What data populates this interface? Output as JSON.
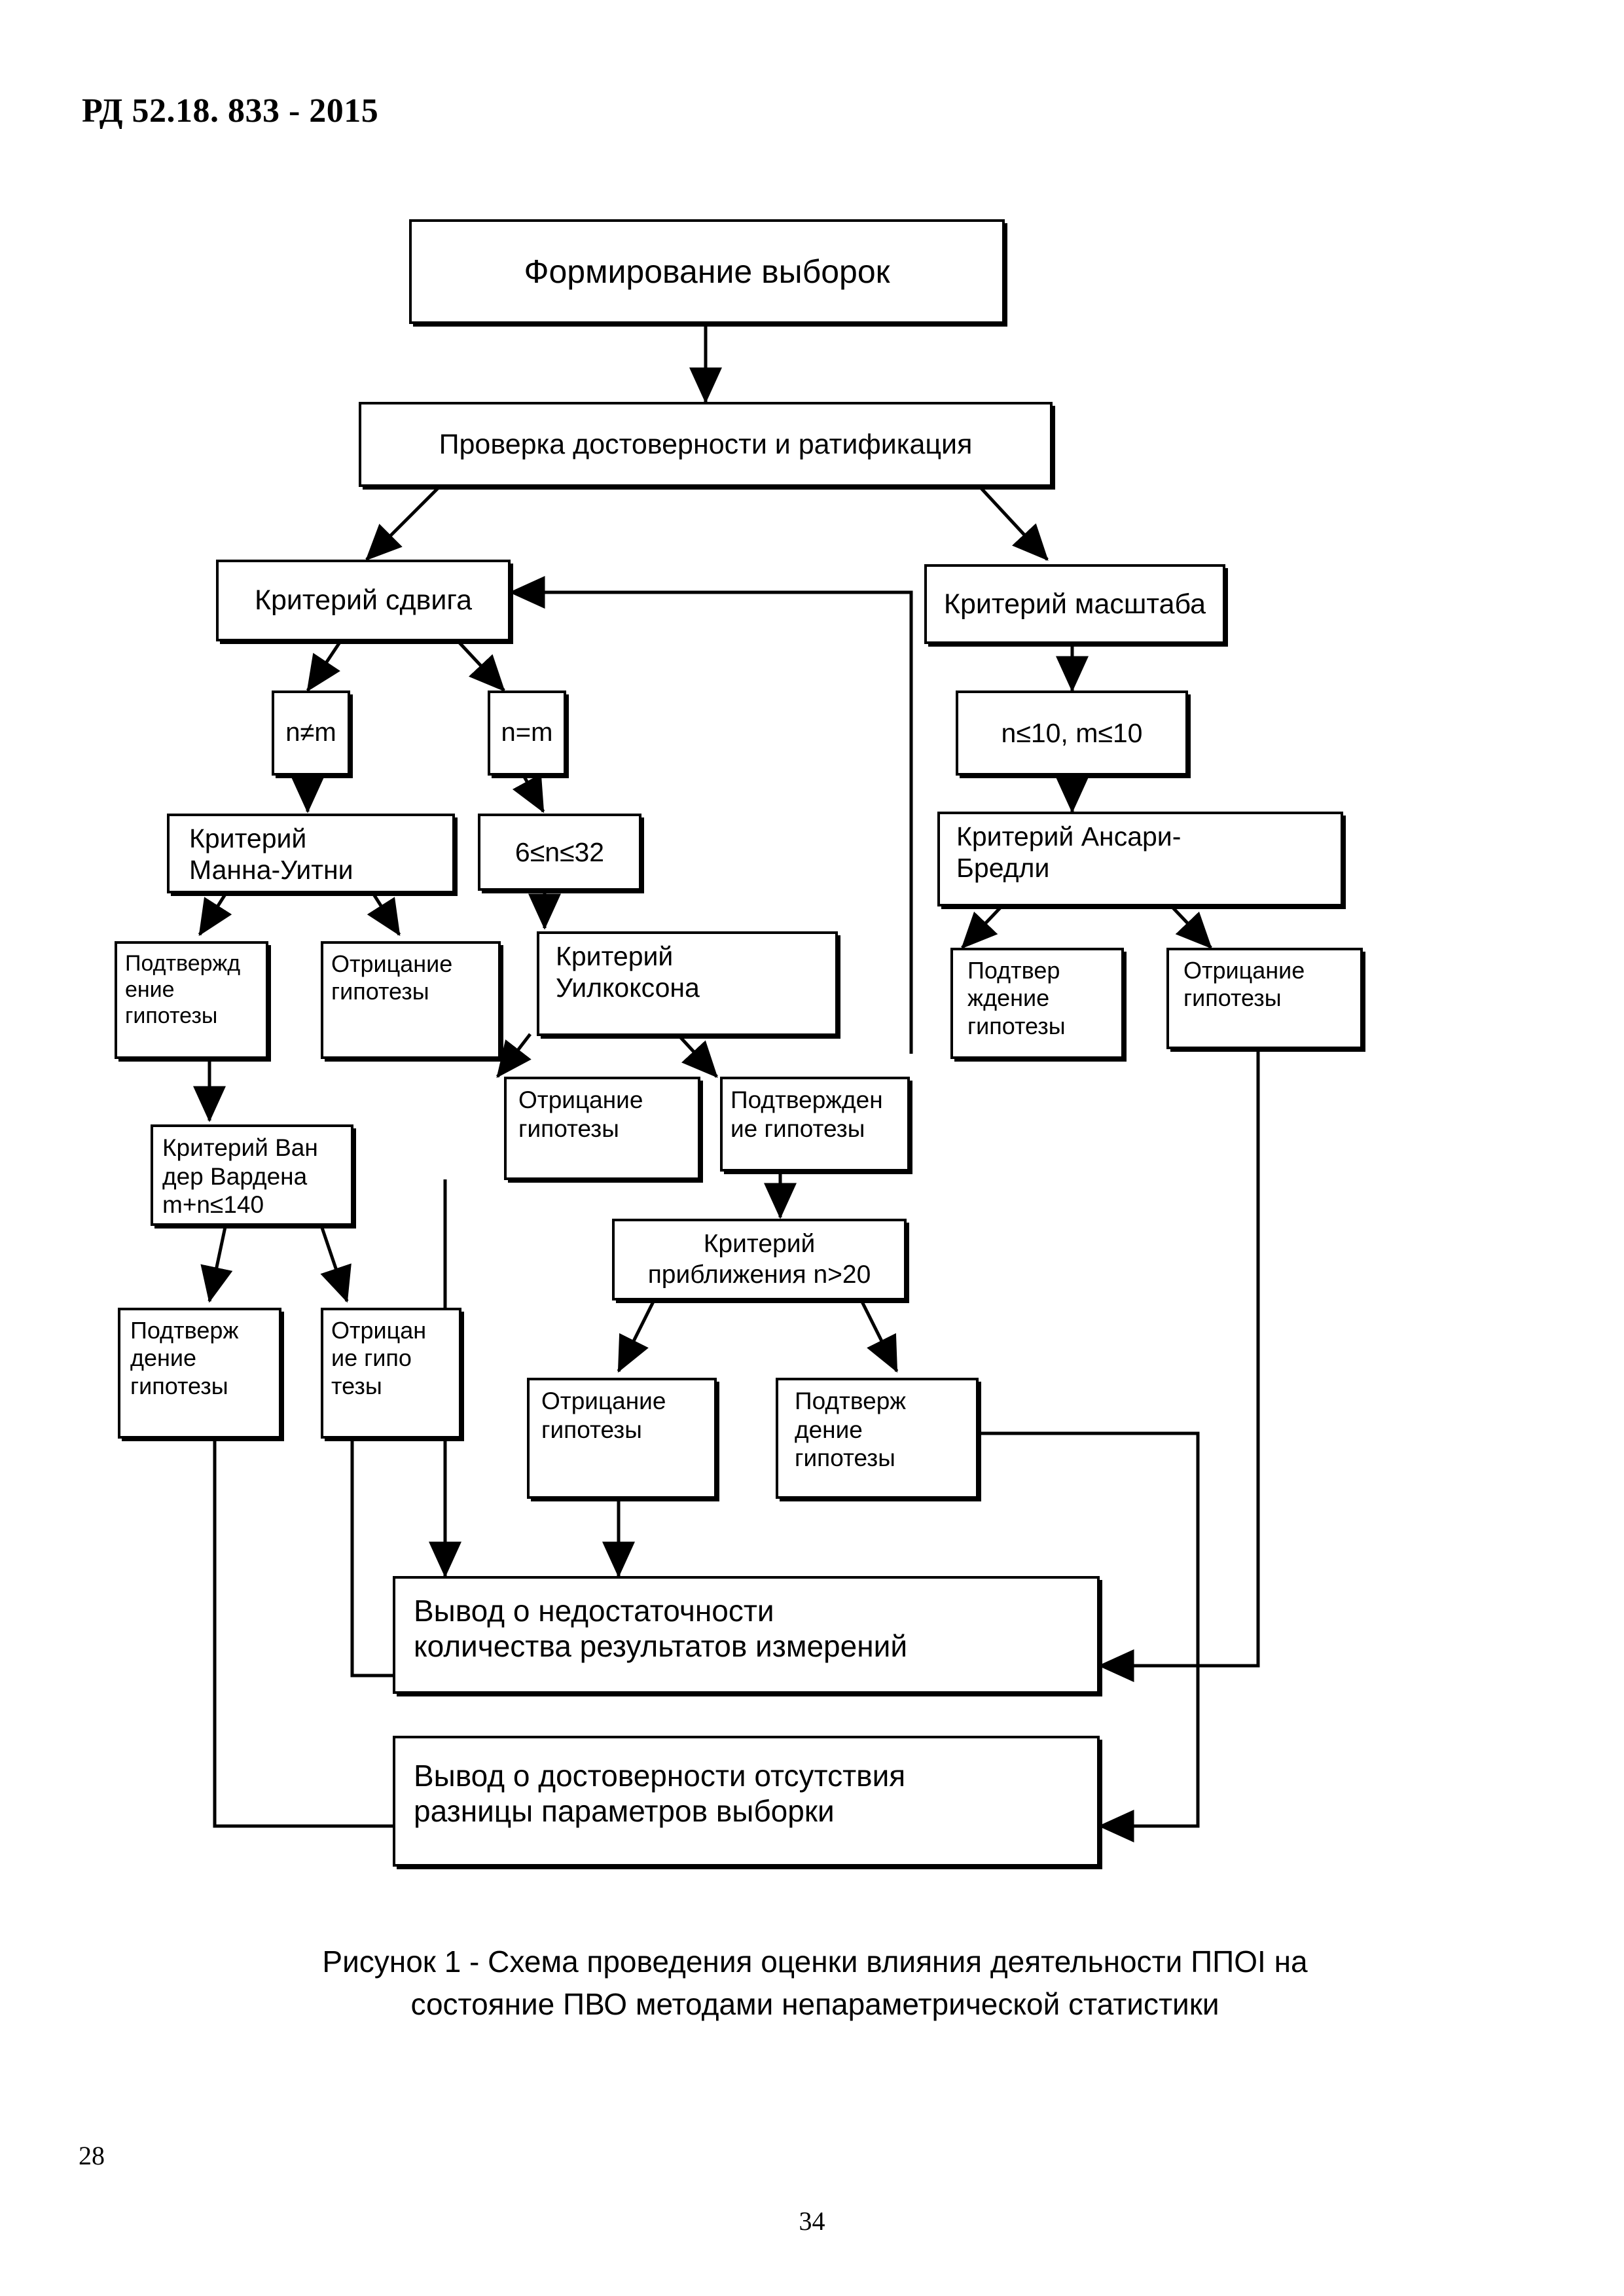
{
  "document": {
    "header": "РД 52.18. 833 - 2015",
    "page_number_left": "28",
    "page_number_center": "34"
  },
  "figure": {
    "caption": "Рисунок 1 - Схема проведения оценки влияния деятельности ППОI на\nсостояние ПВО методами непараметрической статистики"
  },
  "chart_data": {
    "type": "diagram",
    "title": "Схема проведения оценки влияния деятельности ППОI на состояние ПВО методами непараметрической статистики",
    "nodes": [
      {
        "id": "n1",
        "label": "Формирование выборок"
      },
      {
        "id": "n2",
        "label": "Проверка достоверности и ратификация"
      },
      {
        "id": "n3",
        "label": "Критерий сдвига"
      },
      {
        "id": "n4",
        "label": "Критерий масштаба"
      },
      {
        "id": "n5",
        "label": "n≠m"
      },
      {
        "id": "n6",
        "label": "n=m"
      },
      {
        "id": "n7",
        "label": "n≤10, m≤10"
      },
      {
        "id": "n8",
        "label": "Критерий\nМанна-Уитни"
      },
      {
        "id": "n9",
        "label": "6≤n≤32"
      },
      {
        "id": "n10",
        "label": "Критерий Ансари-\nБредли"
      },
      {
        "id": "n11",
        "label": "Подтвержд\nение\nгипотезы"
      },
      {
        "id": "n12",
        "label": "Отрицание\nгипотезы"
      },
      {
        "id": "n13",
        "label": "Критерий\nУилкоксона"
      },
      {
        "id": "n14",
        "label": "Подтвер\nждение\nгипотезы"
      },
      {
        "id": "n15",
        "label": "Отрицание\nгипотезы"
      },
      {
        "id": "n16",
        "label": "Отрицание\nгипотезы"
      },
      {
        "id": "n17",
        "label": "Подтвержден\nие гипотезы"
      },
      {
        "id": "n18",
        "label": "Критерий Ван\nдер Вардена\nm+n≤140"
      },
      {
        "id": "n19",
        "label": "Критерий\nприближения n>20"
      },
      {
        "id": "n20",
        "label": "Подтверж\nдение\nгипотезы"
      },
      {
        "id": "n21",
        "label": "Отрицан\nие  гипо\nтезы"
      },
      {
        "id": "n22",
        "label": "Отрицание\nгипотезы"
      },
      {
        "id": "n23",
        "label": "Подтверж\nдение\nгипотезы"
      },
      {
        "id": "n24",
        "label": "Вывод о недостаточности\nколичества результатов измерений"
      },
      {
        "id": "n25",
        "label": "Вывод о достоверности отсутствия\nразницы параметров выборки"
      }
    ],
    "edges": [
      {
        "from": "n1",
        "to": "n2"
      },
      {
        "from": "n2",
        "to": "n3"
      },
      {
        "from": "n2",
        "to": "n4"
      },
      {
        "from": "n3",
        "to": "n5"
      },
      {
        "from": "n3",
        "to": "n6"
      },
      {
        "from": "n4",
        "to": "n7"
      },
      {
        "from": "n5",
        "to": "n8"
      },
      {
        "from": "n6",
        "to": "n9"
      },
      {
        "from": "n7",
        "to": "n10"
      },
      {
        "from": "n8",
        "to": "n11"
      },
      {
        "from": "n8",
        "to": "n12"
      },
      {
        "from": "n9",
        "to": "n13"
      },
      {
        "from": "n10",
        "to": "n14"
      },
      {
        "from": "n10",
        "to": "n15"
      },
      {
        "from": "n13",
        "to": "n16"
      },
      {
        "from": "n13",
        "to": "n17"
      },
      {
        "from": "n11",
        "to": "n18"
      },
      {
        "from": "n17",
        "to": "n19"
      },
      {
        "from": "n18",
        "to": "n20"
      },
      {
        "from": "n18",
        "to": "n21"
      },
      {
        "from": "n19",
        "to": "n22"
      },
      {
        "from": "n19",
        "to": "n23"
      },
      {
        "from": "n14",
        "to": "n3"
      },
      {
        "from": "n12",
        "to": "n24"
      },
      {
        "from": "n22",
        "to": "n24"
      },
      {
        "from": "n21",
        "to": "n24"
      },
      {
        "from": "n15",
        "to": "n24"
      },
      {
        "from": "n20",
        "to": "n25"
      },
      {
        "from": "n23",
        "to": "n25"
      }
    ]
  },
  "nodes": {
    "n1": "Формирование выборок",
    "n2": "Проверка достоверности и ратификация",
    "n3": "Критерий сдвига",
    "n4": "Критерий масштаба",
    "n5": "n≠m",
    "n6": "n=m",
    "n7": "n≤10, m≤10",
    "n8": "Критерий\nМанна-Уитни",
    "n9": "6≤n≤32",
    "n10": "Критерий Ансари-\nБредли",
    "n11": "Подтвержд\nение\nгипотезы",
    "n12": "Отрицание\nгипотезы",
    "n13": "Критерий\nУилкоксона",
    "n14": "Подтвер\nждение\nгипотезы",
    "n15": "Отрицание\nгипотезы",
    "n16": "Отрицание\nгипотезы",
    "n17": "Подтвержден\nие гипотезы",
    "n18": "Критерий Ван\nдер Вардена\nm+n≤140",
    "n19": "Критерий\nприближения n>20",
    "n20": "Подтверж\nдение\nгипотезы",
    "n21": "Отрицан\nие  гипо\nтезы",
    "n22": "Отрицание\nгипотезы",
    "n23": "Подтверж\nдение\nгипотезы",
    "n24": "Вывод о недостаточности\nколичества результатов измерений",
    "n25": "Вывод о достоверности отсутствия\nразницы параметров выборки"
  }
}
